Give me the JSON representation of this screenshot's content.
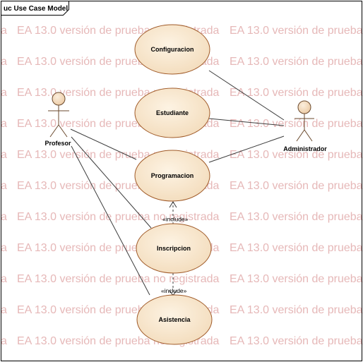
{
  "frame": {
    "title": "uc Use Case Model"
  },
  "watermark": {
    "text": "EA 13.0 versión de prueba no registrada",
    "visible_fragment": "a"
  },
  "actors": {
    "profesor": "Profesor",
    "administrador": "Administrador"
  },
  "use_cases": {
    "configuracion": "Configuracion",
    "estudiante": "Estudiante",
    "programacion": "Programacion",
    "inscripcion": "Inscripcion",
    "asistencia": "Asistencia"
  },
  "relations": {
    "include_1": "«include»",
    "include_2": "«include»"
  },
  "colors": {
    "usecase_fill": "#f8e7cf",
    "usecase_stroke": "#a05a28",
    "actor_fill": "#f5dcc0",
    "watermark": "#e6b8b8"
  }
}
